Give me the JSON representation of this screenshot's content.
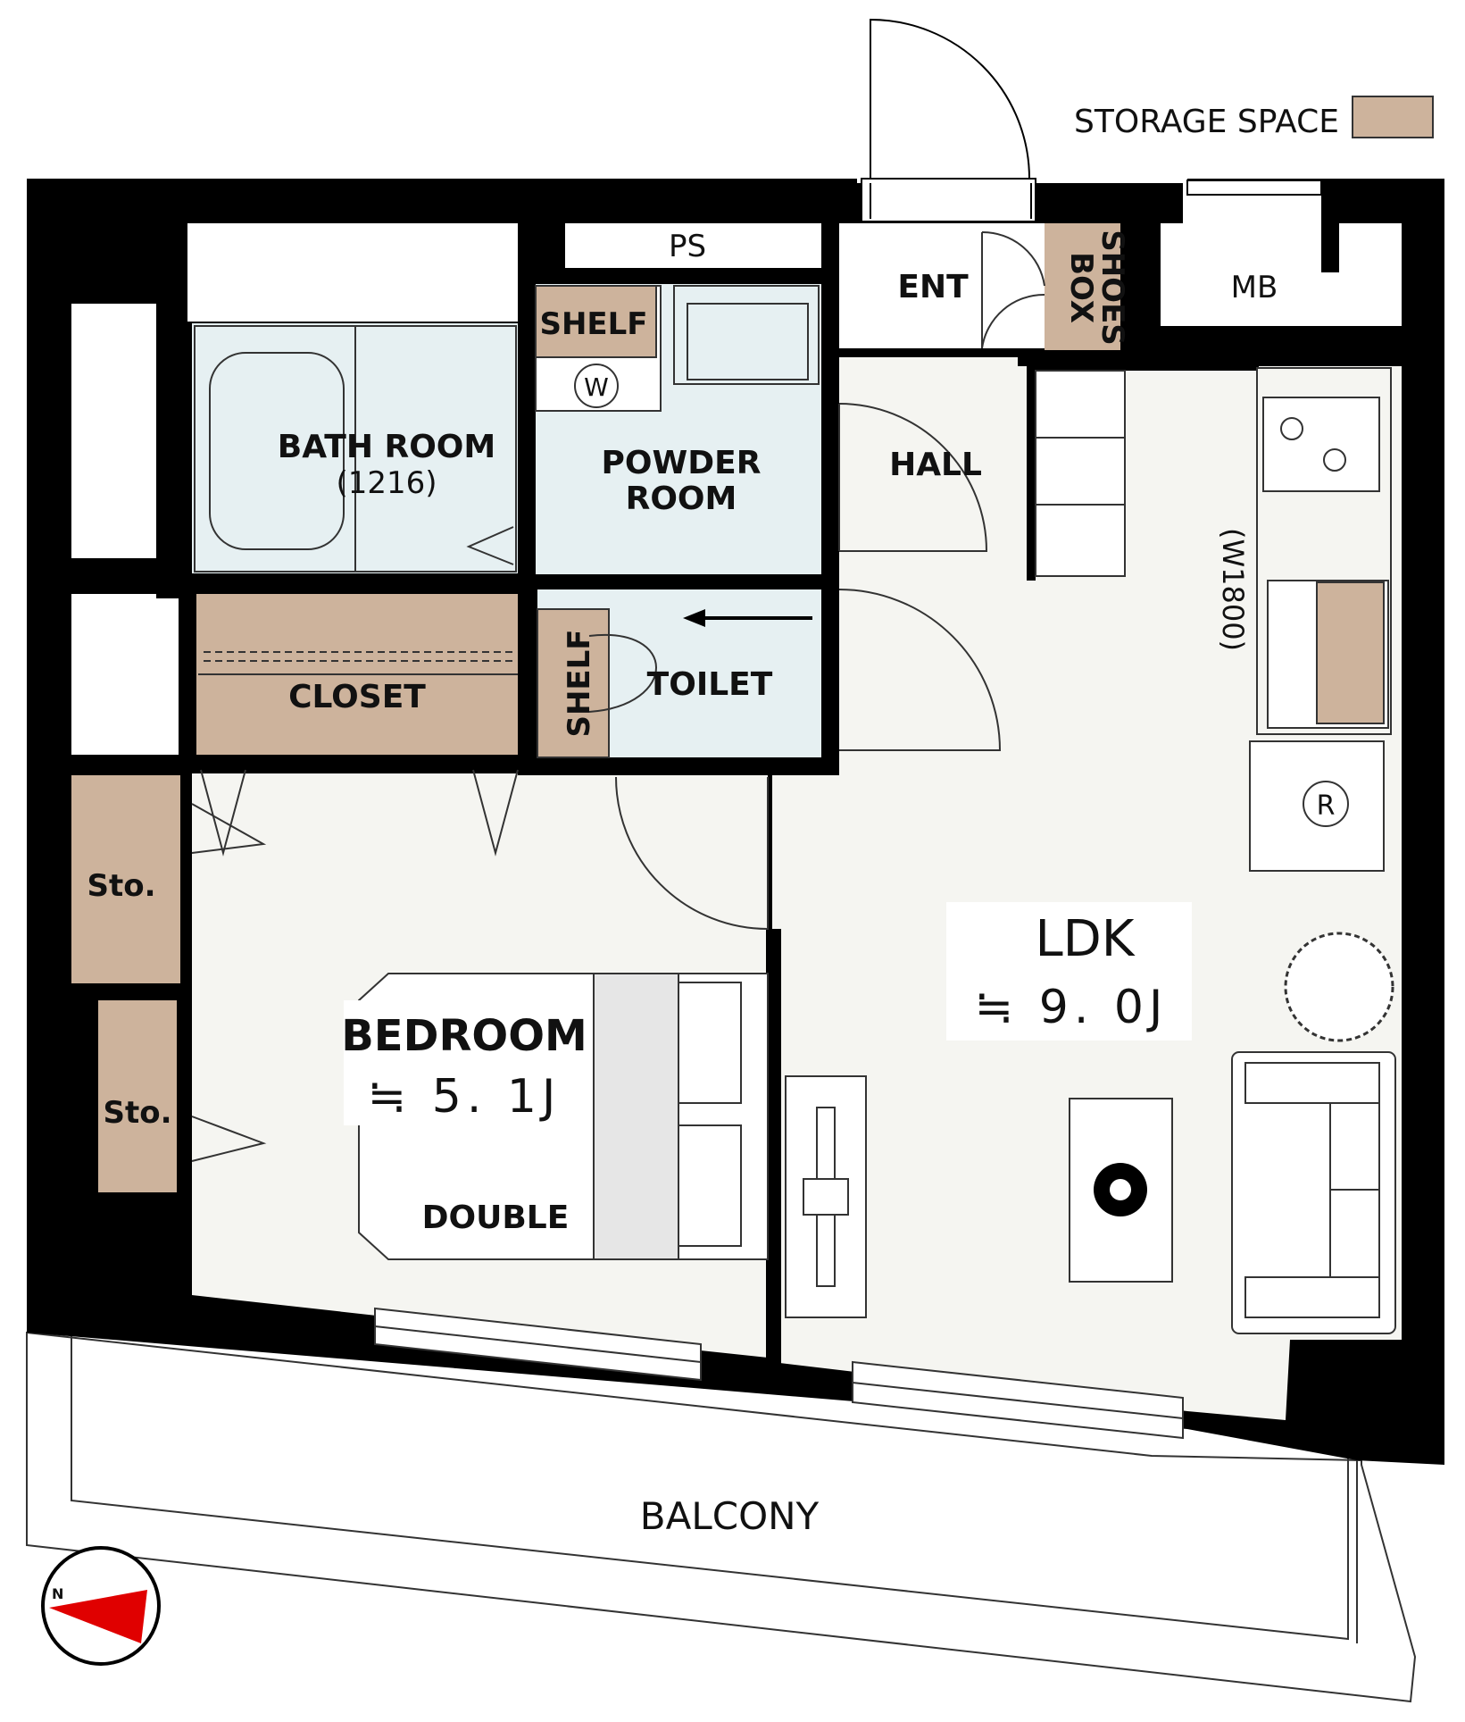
{
  "legend": {
    "storage_label": "STORAGE SPACE",
    "storage_color": "#cdb39c"
  },
  "colors": {
    "wall": "#000000",
    "floor": "#f5f5f1",
    "wet_room": "#e6f0f2",
    "storage": "#cdb39c",
    "compass_arrow": "#e00000"
  },
  "rooms": {
    "bath": {
      "name": "BATH ROOM",
      "size": "(1216)"
    },
    "powder": {
      "line1": "POWDER",
      "line2": "ROOM"
    },
    "ps": "PS",
    "shelf_top": "SHELF",
    "washer": "W",
    "ent": "ENT",
    "shoes": {
      "line1": "SHOES",
      "line2": "BOX"
    },
    "mb": "MB",
    "hall": "HALL",
    "toilet": "TOILET",
    "shelf_toilet": "SHELF",
    "closet": "CLOSET",
    "sto1": "Sto.",
    "sto2": "Sto.",
    "kitchen_width": "(W1800)",
    "fridge": "R",
    "ldk": {
      "name": "LDK",
      "area": "≒ 9. 0J"
    },
    "bedroom": {
      "name": "BEDROOM",
      "area": "≒ 5. 1J",
      "bed": "DOUBLE"
    },
    "balcony": "BALCONY"
  },
  "compass": {
    "north": "N",
    "icon": "north-arrow-icon"
  }
}
